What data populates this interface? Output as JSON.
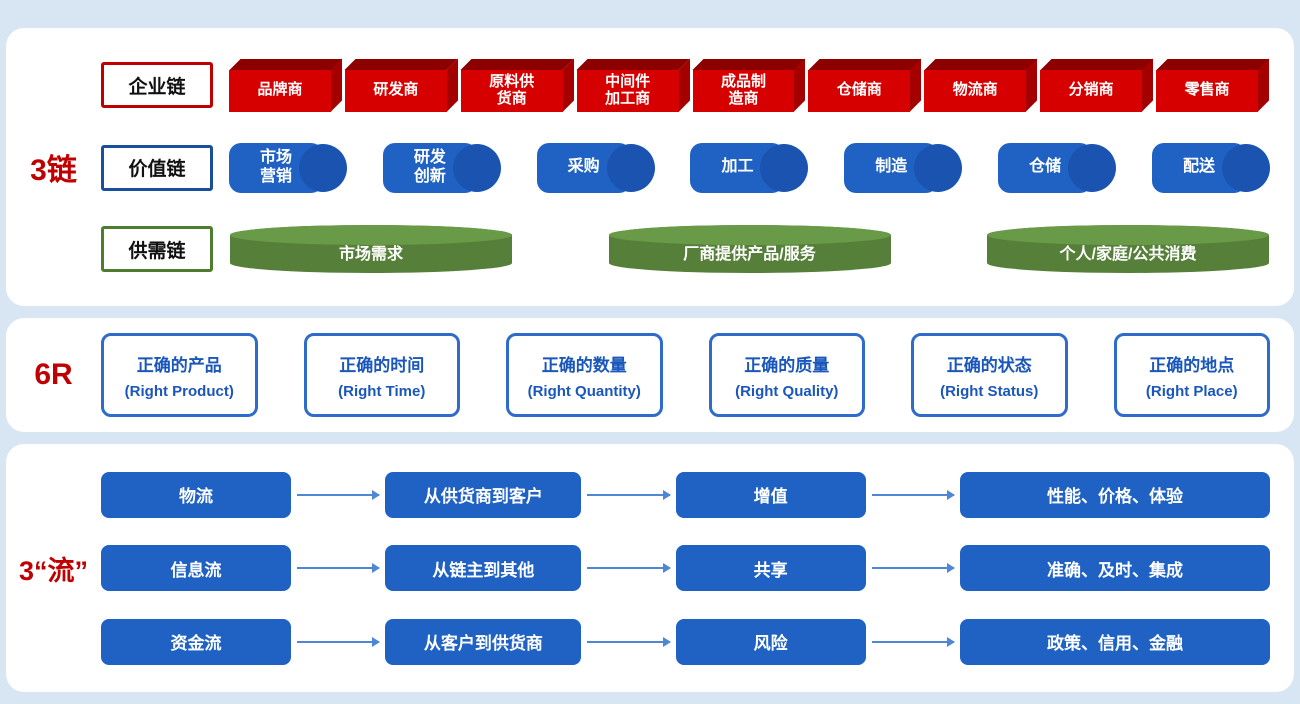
{
  "sections": {
    "chains": {
      "label": "3链",
      "rows": {
        "enterprise": {
          "label": "企业链",
          "items": [
            "品牌商",
            "研发商",
            "原料供\n货商",
            "中间件\n加工商",
            "成品制\n造商",
            "仓储商",
            "物流商",
            "分销商",
            "零售商"
          ]
        },
        "value": {
          "label": "价值链",
          "items": [
            "市场\n营销",
            "研发\n创新",
            "采购",
            "加工",
            "制造",
            "仓储",
            "配送"
          ]
        },
        "supply_demand": {
          "label": "供需链",
          "items": [
            "市场需求",
            "厂商提供产品/服务",
            "个人/家庭/公共消费"
          ]
        }
      }
    },
    "six_r": {
      "label": "6R",
      "items": [
        {
          "cn": "正确的产品",
          "en": "(Right Product)"
        },
        {
          "cn": "正确的时间",
          "en": "(Right Time)"
        },
        {
          "cn": "正确的数量",
          "en": "(Right Quantity)"
        },
        {
          "cn": "正确的质量",
          "en": "(Right Quality)"
        },
        {
          "cn": "正确的状态",
          "en": "(Right Status)"
        },
        {
          "cn": "正确的地点",
          "en": "(Right Place)"
        }
      ]
    },
    "flows": {
      "label": "3“流”",
      "rows": [
        [
          "物流",
          "从供货商到客户",
          "增值",
          "性能、价格、体验"
        ],
        [
          "信息流",
          "从链主到其他",
          "共享",
          "准确、及时、集成"
        ],
        [
          "资金流",
          "从客户到供货商",
          "风险",
          "政策、信用、金融"
        ]
      ]
    }
  },
  "colors": {
    "background": "#d8e6f3",
    "panel": "#ffffff",
    "section_label_red": "#c00000",
    "cube_front": "#d60000",
    "cube_top": "#8c0000",
    "cube_side": "#a50000",
    "blue": "#2062c4",
    "blue_cap": "#1a53b0",
    "green_body": "#567f3a",
    "green_top": "#699a48",
    "sixr_text": "#1b57bb",
    "arrow": "#4e87d3"
  }
}
